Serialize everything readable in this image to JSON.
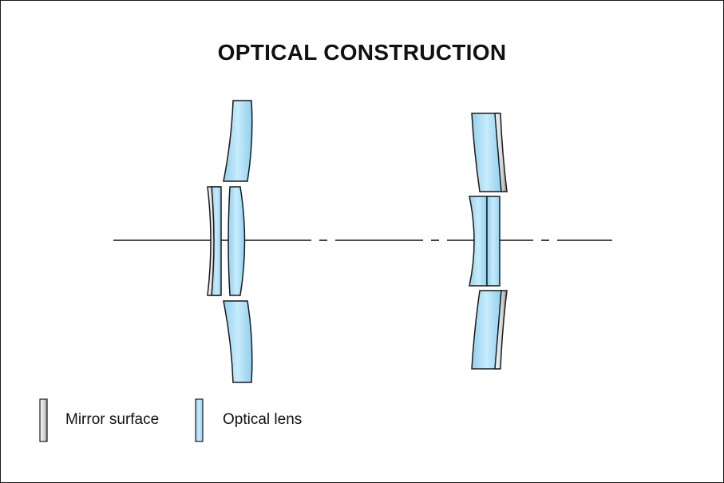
{
  "title": "OPTICAL CONSTRUCTION",
  "legend": {
    "mirror_label": "Mirror surface",
    "lens_label": "Optical lens"
  },
  "colors": {
    "lens_fill": "#aee0f6",
    "lens_edge": "#5bb4e3",
    "mirror_light": "#f4f4f4",
    "mirror_dark": "#9c9c9c",
    "outline": "#1a1a1a"
  }
}
